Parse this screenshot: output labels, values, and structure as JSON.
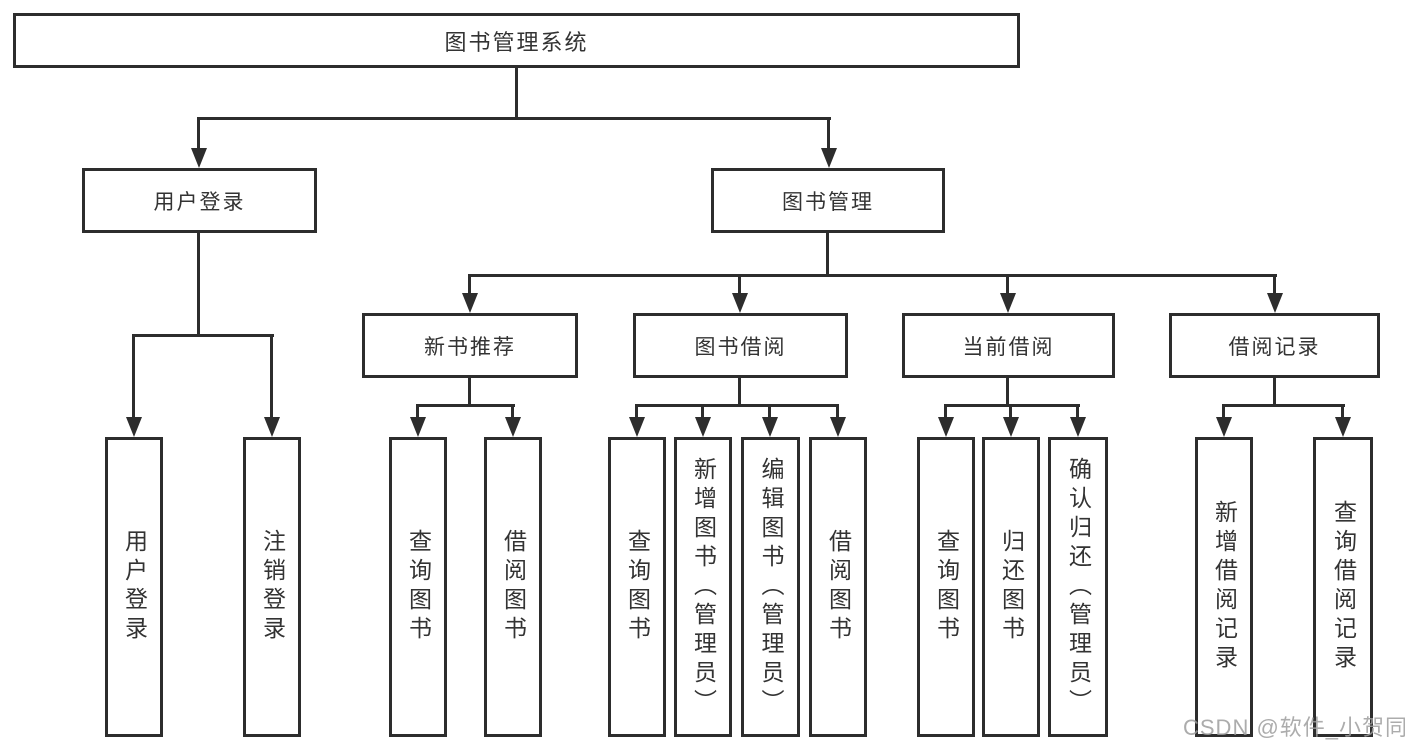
{
  "diagram": {
    "type": "hierarchy-tree",
    "colors": {
      "background": "#ffffff",
      "line": "#2d2d2d",
      "box_border": "#2d2d2d",
      "text": "#333333",
      "watermark": "#9e9e9e"
    }
  },
  "tree": {
    "label": "图书管理系统",
    "children": [
      {
        "label": "用户登录",
        "children": [
          {
            "label": "用户登录"
          },
          {
            "label": "注销登录"
          }
        ]
      },
      {
        "label": "图书管理",
        "children": [
          {
            "label": "新书推荐",
            "children": [
              {
                "label": "查询图书"
              },
              {
                "label": "借阅图书"
              }
            ]
          },
          {
            "label": "图书借阅",
            "children": [
              {
                "label": "查询图书"
              },
              {
                "label": "新增图书（管理员）"
              },
              {
                "label": "编辑图书（管理员）"
              },
              {
                "label": "借阅图书"
              }
            ]
          },
          {
            "label": "当前借阅",
            "children": [
              {
                "label": "查询图书"
              },
              {
                "label": "归还图书"
              },
              {
                "label": "确认归还（管理员）"
              }
            ]
          },
          {
            "label": "借阅记录",
            "children": [
              {
                "label": "新增借阅记录"
              },
              {
                "label": "查询借阅记录"
              }
            ]
          }
        ]
      }
    ]
  },
  "watermark": {
    "text": "CSDN @软件_小贺同学"
  }
}
